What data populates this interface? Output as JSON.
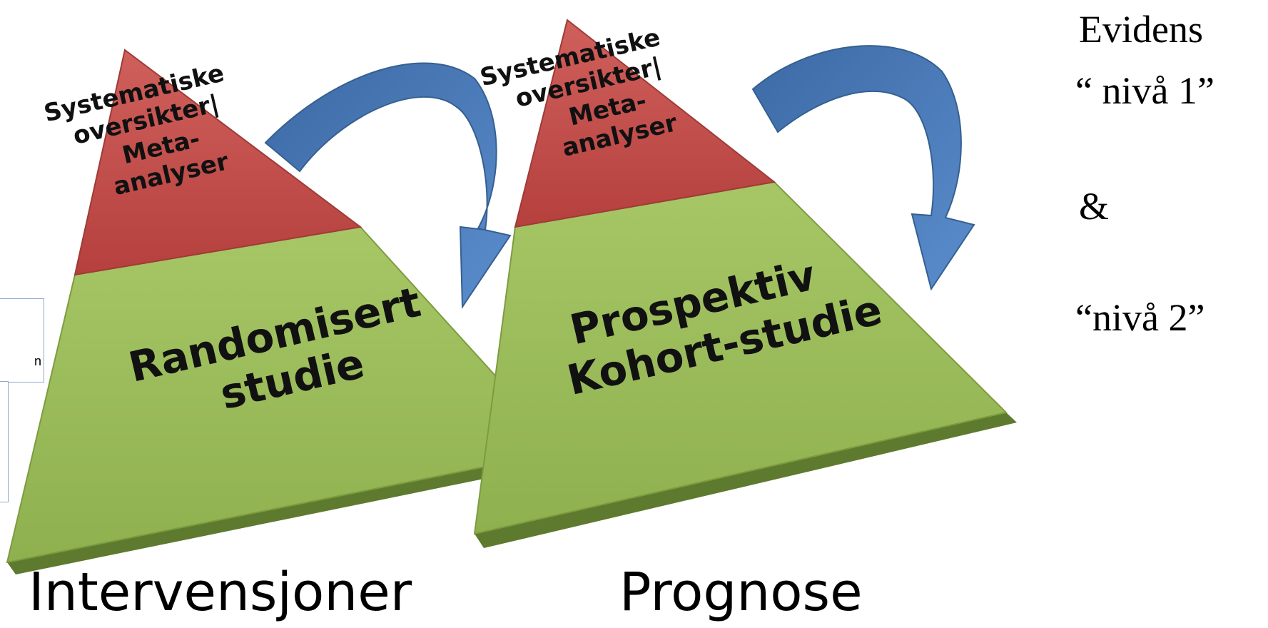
{
  "pyramids": [
    {
      "top_lines": [
        "Systematiske",
        "oversikter|",
        "Meta-",
        "analyser"
      ],
      "bottom_lines": [
        "Randomisert",
        "studie"
      ],
      "caption": "Intervensjoner"
    },
    {
      "top_lines": [
        "Systematiske",
        "oversikter|",
        "Meta-",
        "analyser"
      ],
      "bottom_lines": [
        "Prospektiv",
        "Kohort-studie"
      ],
      "caption": "Prognose"
    }
  ],
  "evidence": {
    "line1": "Evidens",
    "line2": "“ nivå 1”",
    "line3": "&",
    "line4": "“nivå 2”"
  },
  "partial_frame_text": "n",
  "colors": {
    "top_tier": "#c0504d",
    "bottom_tier": "#9bbb59",
    "arrow": "#4f81bd"
  },
  "icons": [
    "curved-arrow-icon",
    "curved-arrow-icon"
  ]
}
